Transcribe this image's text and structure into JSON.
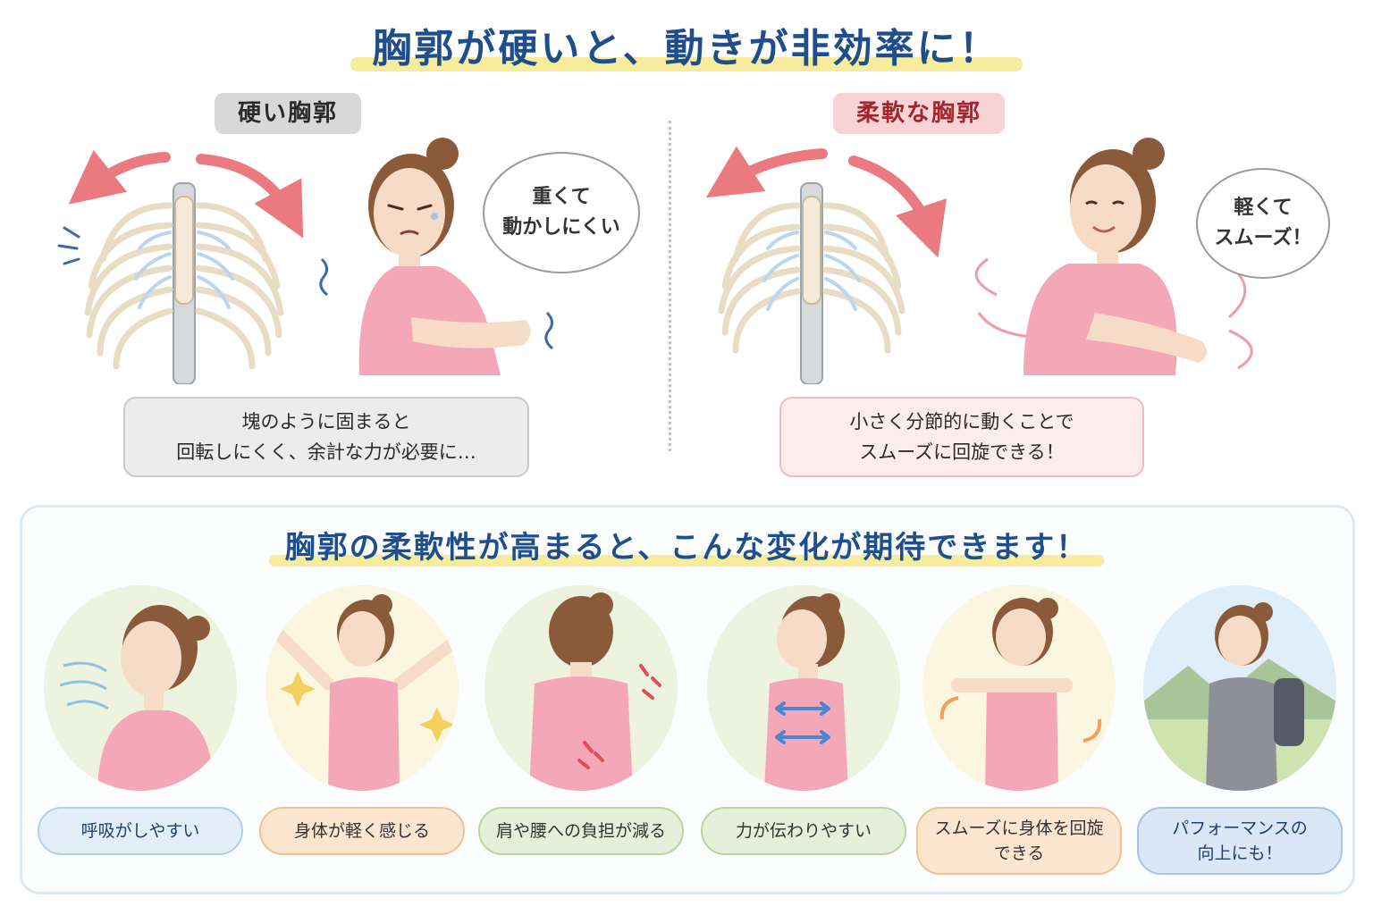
{
  "title": "胸郭が硬いと、動きが非効率に！",
  "stiff": {
    "label": "硬い胸郭",
    "speech": "重くて\n動かしにくい",
    "caption": "塊のように固まると\n回転しにくく、余計な力が必要に…"
  },
  "flexible": {
    "label": "柔軟な胸郭",
    "speech": "軽くて\nスムーズ！",
    "caption": "小さく分節的に動くことで\nスムーズに回旋できる！"
  },
  "benefits_title": "胸郭の柔軟性が高まると、こんな変化が期待できます！",
  "benefits": [
    {
      "label": "呼吸がしやすい",
      "icon": "breathing-icon"
    },
    {
      "label": "身体が軽く感じる",
      "icon": "light-body-icon"
    },
    {
      "label": "肩や腰への負担が減る",
      "icon": "shoulder-back-relief-icon"
    },
    {
      "label": "力が伝わりやすい",
      "icon": "power-transfer-icon"
    },
    {
      "label": "スムーズに身体を回旋\nできる",
      "icon": "rotation-icon"
    },
    {
      "label": "パフォーマンスの\n向上にも！",
      "icon": "hiking-performance-icon"
    }
  ],
  "colors": {
    "title_blue": "#1f4e8c",
    "highlight_yellow": "#f6ec9c",
    "arrow_red": "#ea7a7f",
    "shirt_pink": "#f4a7b6",
    "bone": "#f3ead9",
    "cartilage_blue": "#b9d6ef"
  }
}
